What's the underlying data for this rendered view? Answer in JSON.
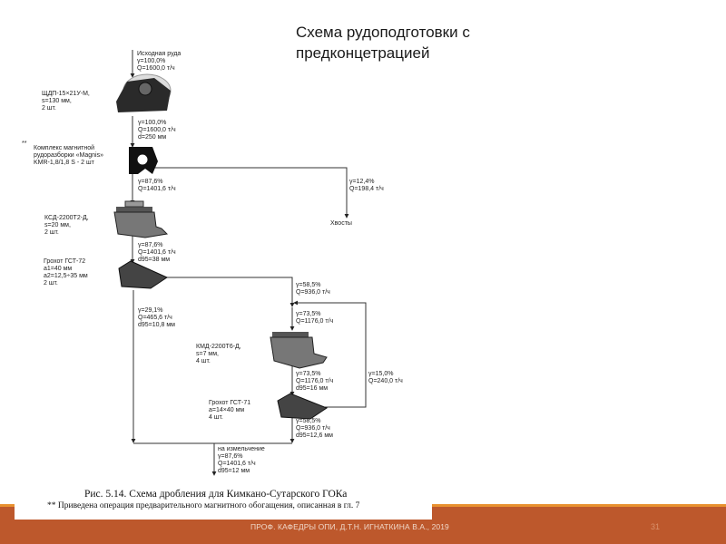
{
  "slide": {
    "title_line1": "Схема рудоподготовки с",
    "title_line2": "предконцетрацией",
    "footer_text": "ПРОФ. КАФЕДРЫ ОПИ, Д.Т.Н. ИГНАТКИНА В.А., 2019",
    "page_number": "31",
    "colors": {
      "footer": "#bd582c",
      "stripe": "#e8912f"
    }
  },
  "figure": {
    "caption": "Рис. 5.14. Схема дробления для Кимкано-Сутарского ГОКа",
    "note": "** Приведена операция предварительного магнитного обогащения, описанная в гл. 7"
  },
  "diagram": {
    "feed": [
      "Исходная руда",
      "γ=100,0%",
      "Q=1600,0 т/ч"
    ],
    "jaw_crusher": [
      "ЩДП-15×21У-М,",
      "s=130 мм,",
      "2 шт."
    ],
    "after_jaw": [
      "γ=100,0%",
      "Q=1600,0 т/ч",
      "d=250 мм"
    ],
    "magnetic_sep": [
      "Комплекс магнитной",
      "рудоразборки «Magnis»",
      "KMR-1,8/1,8 S - 2 шт"
    ],
    "magnetic_marker": "**",
    "after_magnetic": [
      "γ=87,6%",
      "Q=1401,6 т/ч"
    ],
    "tails_stream": [
      "γ=12,4%",
      "Q=198,4 т/ч"
    ],
    "tails_label": "Хвосты",
    "cone_crusher_1": [
      "КСД-2200Т2-Д,",
      "s=20 мм,",
      "2 шт."
    ],
    "after_cone_1": [
      "γ=87,6%",
      "Q=1401,6 т/ч",
      "d95=38 мм"
    ],
    "screen_1": [
      "Грохот ГСТ-72",
      "a1=40 мм",
      "a2=12,5÷35 мм",
      "2 шт."
    ],
    "screen_1_undersize": [
      "γ=29,1%",
      "Q=465,6 т/ч",
      "d95=10,8 мм"
    ],
    "screen_1_oversize": [
      "γ=58,5%",
      "Q=936,0 т/ч"
    ],
    "to_cone_2": [
      "γ=73,5%",
      "Q=1176,0 т/ч"
    ],
    "cone_crusher_2": [
      "КМД-2200Т6-Д,",
      "s=7 мм,",
      "4 шт."
    ],
    "after_cone_2": [
      "γ=73,5%",
      "Q=1176,0 т/ч",
      "d95=16 мм"
    ],
    "recycle": [
      "γ=15,0%",
      "Q=240,0 т/ч"
    ],
    "screen_2": [
      "Грохот ГСТ-71",
      "a=14×40 мм",
      "4 шт."
    ],
    "screen_2_undersize": [
      "γ=58,5%",
      "Q=936,0 т/ч",
      "d95=12,6 мм"
    ],
    "product": [
      "на измельчение",
      "γ=87,6%",
      "Q=1401,6 т/ч",
      "d95=12 мм"
    ]
  }
}
